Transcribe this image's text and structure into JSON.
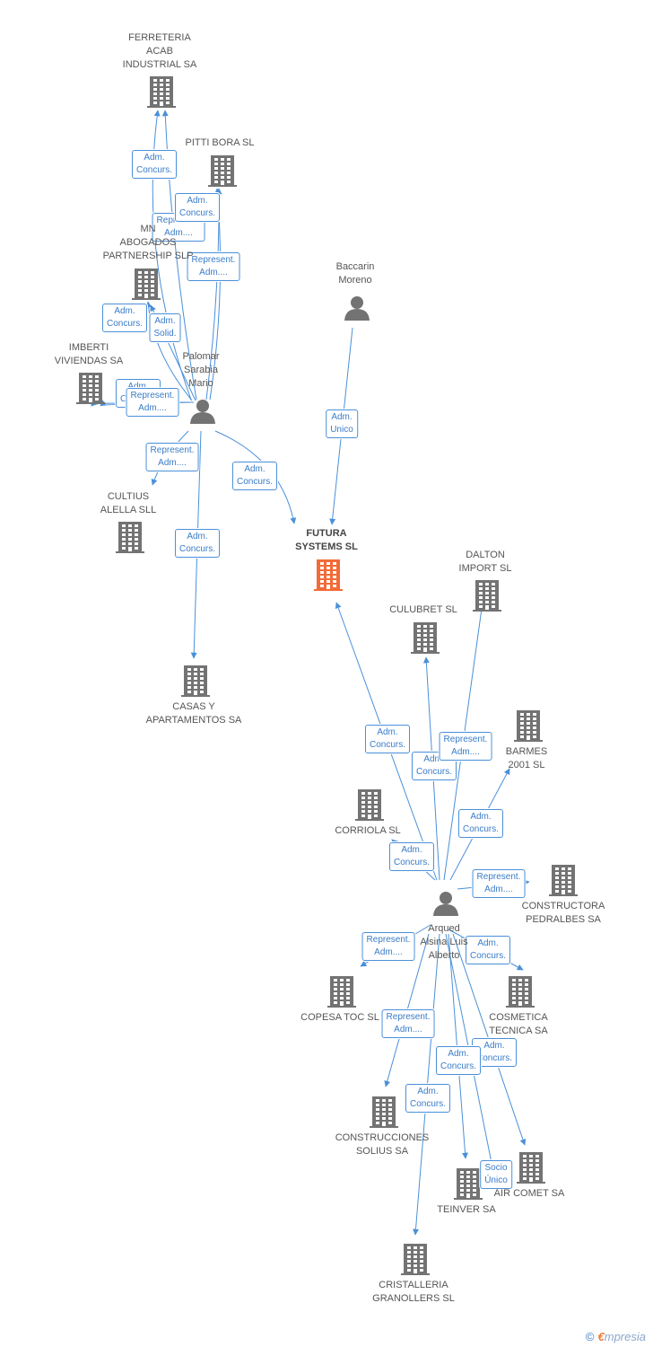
{
  "colors": {
    "building": "#737373",
    "building_main": "#f26b38",
    "person": "#737373",
    "edge": "#4a90d9"
  },
  "nodes": [
    {
      "id": "ferreteria",
      "type": "company",
      "label": "FERRETERIA\nACAB\nINDUSTRIAL SA"
    },
    {
      "id": "pitti",
      "type": "company",
      "label": "PITTI BORA SL"
    },
    {
      "id": "mnl",
      "type": "company",
      "label": "MN\nABOGADOS\nPARTNERSHIP SLP"
    },
    {
      "id": "imberti",
      "type": "company",
      "label": "IMBERTI\nVIVIENDAS SA"
    },
    {
      "id": "palomar",
      "type": "person",
      "label": "Palomar\nSarabia\nMario"
    },
    {
      "id": "baccarin",
      "type": "person",
      "label": "Baccarin\nMoreno"
    },
    {
      "id": "cultius",
      "type": "company",
      "label": "CULTIUS\nALELLA SLL"
    },
    {
      "id": "futura",
      "type": "company_main",
      "label": "FUTURA\nSYSTEMS SL"
    },
    {
      "id": "dalton",
      "type": "company",
      "label": "DALTON\nIMPORT SL"
    },
    {
      "id": "culubret",
      "type": "company",
      "label": "CULUBRET SL"
    },
    {
      "id": "casas",
      "type": "company",
      "label": "CASAS Y\nAPARTAMENTOS SA"
    },
    {
      "id": "barmes",
      "type": "company",
      "label": "BARMES\n2001 SL"
    },
    {
      "id": "corriola",
      "type": "company",
      "label": "CORRIOLA SL"
    },
    {
      "id": "constructora",
      "type": "company",
      "label": "CONSTRUCTORA\nPEDRALBES SA"
    },
    {
      "id": "arqued",
      "type": "person",
      "label": "Arqued\nAlsina Luis\nAlberto"
    },
    {
      "id": "copesa",
      "type": "company",
      "label": "COPESA TOC SL"
    },
    {
      "id": "cosmetica",
      "type": "company",
      "label": "COSMETICA\nTECNICA SA"
    },
    {
      "id": "construcciones",
      "type": "company",
      "label": "CONSTRUCCIONES\nSOLIUS SA"
    },
    {
      "id": "aircomet",
      "type": "company",
      "label": "AIR COMET SA"
    },
    {
      "id": "teinver",
      "type": "company",
      "label": "TEINVER SA"
    },
    {
      "id": "cristalleria",
      "type": "company",
      "label": "CRISTALLERIA\nGRANOLLERS SL"
    }
  ],
  "edges": [
    {
      "from": "palomar",
      "to": "ferreteria",
      "label": "Adm.\nConcurs."
    },
    {
      "from": "palomar",
      "to": "ferreteria",
      "label": "Represent.\nAdm...."
    },
    {
      "from": "palomar",
      "to": "pitti",
      "label": "Adm.\nConcurs."
    },
    {
      "from": "palomar",
      "to": "pitti",
      "label": "Represent.\nAdm...."
    },
    {
      "from": "palomar",
      "to": "mnl",
      "label": "Adm.\nConcurs."
    },
    {
      "from": "palomar",
      "to": "mnl",
      "label": "Adm.\nSolid."
    },
    {
      "from": "palomar",
      "to": "imberti",
      "label": "Adm.\nConcurs."
    },
    {
      "from": "palomar",
      "to": "imberti",
      "label": "Represent.\nAdm...."
    },
    {
      "from": "palomar",
      "to": "cultius",
      "label": "Represent.\nAdm...."
    },
    {
      "from": "palomar",
      "to": "futura",
      "label": "Adm.\nConcurs."
    },
    {
      "from": "palomar",
      "to": "casas",
      "label": "Adm.\nConcurs."
    },
    {
      "from": "baccarin",
      "to": "futura",
      "label": "Adm.\nUnico"
    },
    {
      "from": "arqued",
      "to": "futura",
      "label": "Adm.\nConcurs."
    },
    {
      "from": "arqued",
      "to": "culubret",
      "label": "Adm.\nConcurs."
    },
    {
      "from": "arqued",
      "to": "dalton",
      "label": "Represent.\nAdm...."
    },
    {
      "from": "arqued",
      "to": "barmes",
      "label": "Adm.\nConcurs."
    },
    {
      "from": "arqued",
      "to": "corriola",
      "label": "Adm.\nConcurs."
    },
    {
      "from": "arqued",
      "to": "constructora",
      "label": "Represent.\nAdm...."
    },
    {
      "from": "arqued",
      "to": "copesa",
      "label": "Represent.\nAdm...."
    },
    {
      "from": "arqued",
      "to": "cosmetica",
      "label": "Adm.\nConcurs."
    },
    {
      "from": "arqued",
      "to": "construcciones",
      "label": "Represent.\nAdm...."
    },
    {
      "from": "arqued",
      "to": "aircomet",
      "label": "Adm.\nConcurs."
    },
    {
      "from": "arqued",
      "to": "teinver",
      "label": "Adm.\nConcurs."
    },
    {
      "from": "arqued",
      "to": "cristalleria",
      "label": "Adm.\nConcurs."
    },
    {
      "from": "arqued",
      "to": "teinver",
      "label": "Socio\nÚnico"
    }
  ],
  "watermark": {
    "copyright": "©",
    "brand_e": "€",
    "brand_rest": "mpresia"
  }
}
